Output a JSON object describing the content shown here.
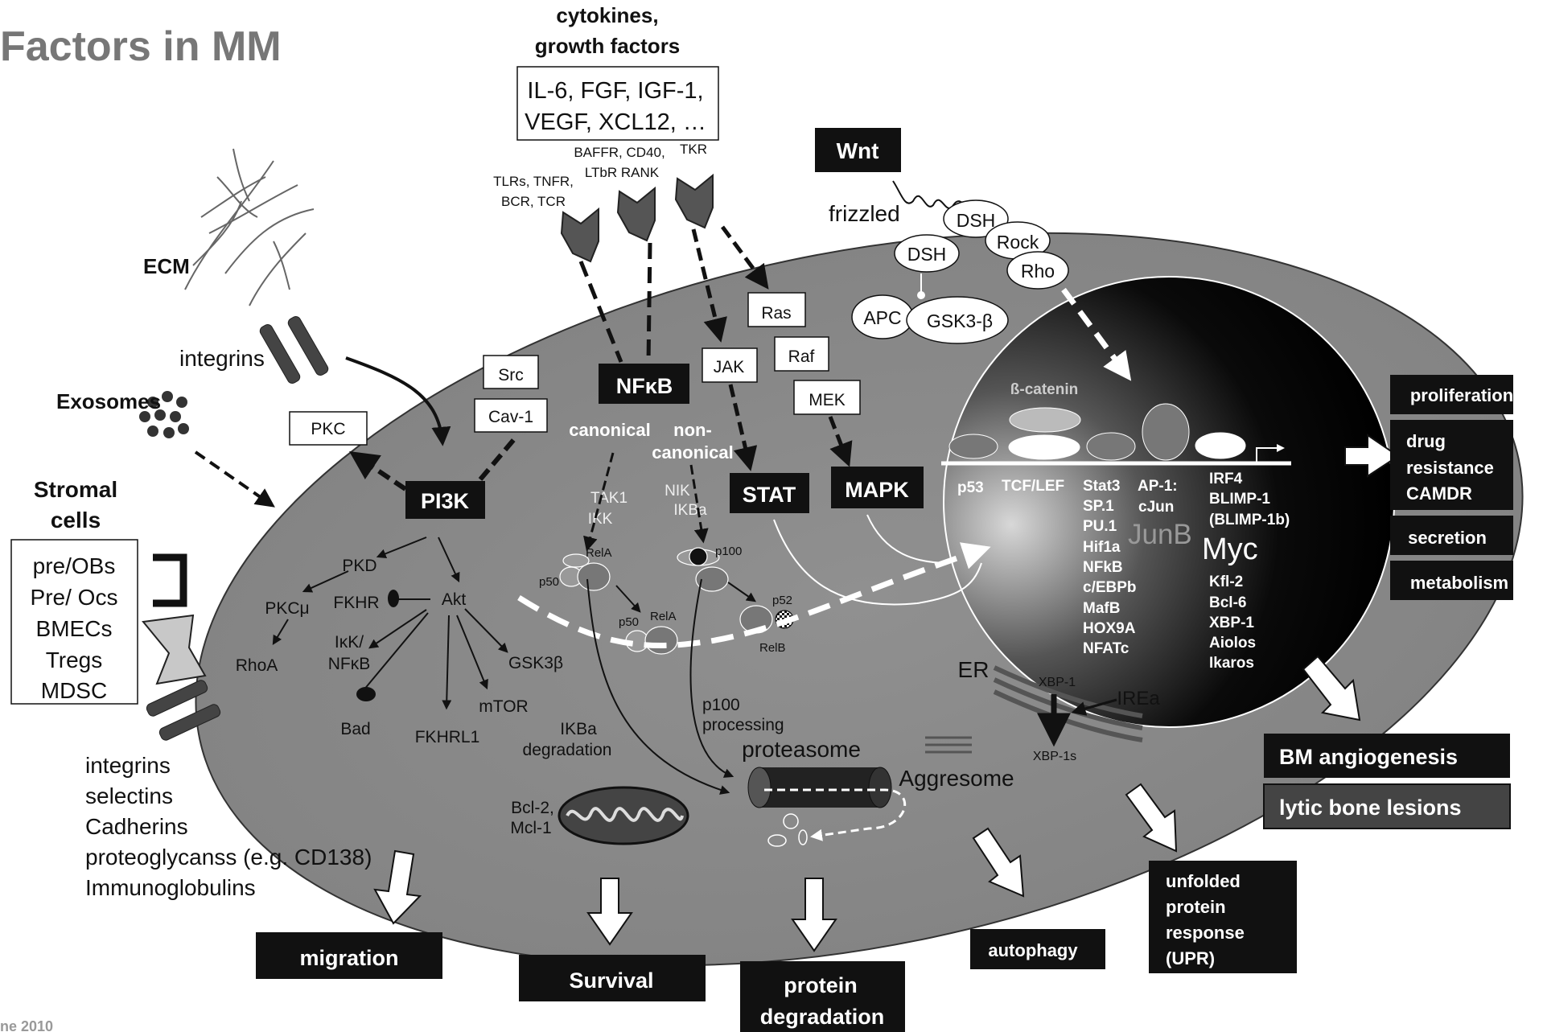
{
  "title": "Factors in MM",
  "footer": "ne 2010",
  "top": {
    "header_line1": "cytokines,",
    "header_line2": "growth factors",
    "box_line1": "IL-6, FGF, IGF-1,",
    "box_line2": "VEGF, XCL12, …",
    "receptor_baffr1": "BAFFR, CD40,",
    "receptor_baffr2": "LTbR RANK",
    "receptor_tkr": "TKR",
    "receptor_tlr1": "TLRs, TNFR,",
    "receptor_tlr2": "BCR, TCR"
  },
  "left": {
    "ecm": "ECM",
    "integrins_top": "integrins",
    "exosomes": "Exosomes",
    "stromal1": "Stromal",
    "stromal2": "cells",
    "stromal_items": [
      "pre/OBs",
      "Pre/ Ocs",
      "BMECs",
      "Tregs",
      "MDSC"
    ],
    "adhesion_items": [
      "integrins",
      "selectins",
      "Cadherins",
      "proteoglycanss (e.g. CD138)",
      "Immunoglobulins"
    ]
  },
  "wnt": {
    "wnt": "Wnt",
    "frizzled": "frizzled",
    "dsh1": "DSH",
    "rock": "Rock",
    "rho": "Rho",
    "dsh2": "DSH",
    "apc": "APC",
    "gsk3b": "GSK3-β"
  },
  "cell": {
    "pkc": "PKC",
    "src": "Src",
    "cav1": "Cav-1",
    "pi3k": "PI3K",
    "pkd": "PKD",
    "pkcmu": "PKCμ",
    "fkhr": "FKHR",
    "akt": "Akt",
    "rhoa": "RhoA",
    "ikk_nfkb1": "IκK/",
    "ikk_nfkb2": "NFκB",
    "gsk3b_small": "GSK3β",
    "mtor": "mTOR",
    "bad": "Bad",
    "fkhrl1": "FKHRL1",
    "nfkb": "NFκB",
    "canonical": "canonical",
    "noncanonical1": "non-",
    "noncanonical2": "canonical",
    "tak1": "TAK1",
    "ikk": "IKK",
    "nik": "NIK",
    "ikba": "IKBa",
    "p50a": "p50",
    "rela_a": "RelA",
    "p50b": "p50",
    "rela_b": "RelA",
    "p100": "p100",
    "p52": "p52",
    "relb": "RelB",
    "ras": "Ras",
    "raf": "Raf",
    "mek": "MEK",
    "jak": "JAK",
    "stat": "STAT",
    "mapk": "MAPK",
    "ikba_deg1": "IKBa",
    "ikba_deg2": "degradation",
    "p100_proc1": "p100",
    "p100_proc2": "processing",
    "proteasome": "proteasome",
    "aggresome": "Aggresome",
    "bcl2_1": "Bcl-2,",
    "bcl2_2": "Mcl-1",
    "er": "ER",
    "xbp1": "XBP-1",
    "irea": "IREa",
    "xbp1s": "XBP-1s"
  },
  "nucleus": {
    "bcatenin": "ß-catenin",
    "p53": "p53",
    "tcf": "TCF/LEF",
    "col_stat": [
      "Stat3",
      "SP.1",
      "PU.1",
      "Hif1a",
      "NFkB",
      "c/EBPb",
      "MafB",
      "HOX9A",
      "NFATc"
    ],
    "ap1_1": "AP-1:",
    "ap1_2": "cJun",
    "junb": "JunB",
    "myc": "Myc",
    "col_irf_top": [
      "IRF4",
      "BLIMP-1",
      "(BLIMP-1b)"
    ],
    "col_irf_bottom": [
      "Kfl-2",
      "Bcl-6",
      "XBP-1",
      "Aiolos",
      "Ikaros"
    ]
  },
  "outcomes": {
    "proliferation": "proliferation",
    "drug1": "drug",
    "drug2": "resistance",
    "drug3": "CAMDR",
    "secretion": "secretion",
    "metabolism": "metabolism",
    "angiogenesis": "BM angiogenesis",
    "lytic": "lytic bone lesions",
    "upr": [
      "unfolded",
      "protein",
      "response",
      "(UPR)"
    ],
    "autophagy": "autophagy",
    "protdeg1": "protein",
    "protdeg2": "degradation",
    "survival": "Survival",
    "migration": "migration"
  },
  "colors": {
    "cell_fill": "#8c8c8c",
    "box_black": "#111111",
    "box_dark_gray": "#444444",
    "text_gray": "#777777"
  }
}
